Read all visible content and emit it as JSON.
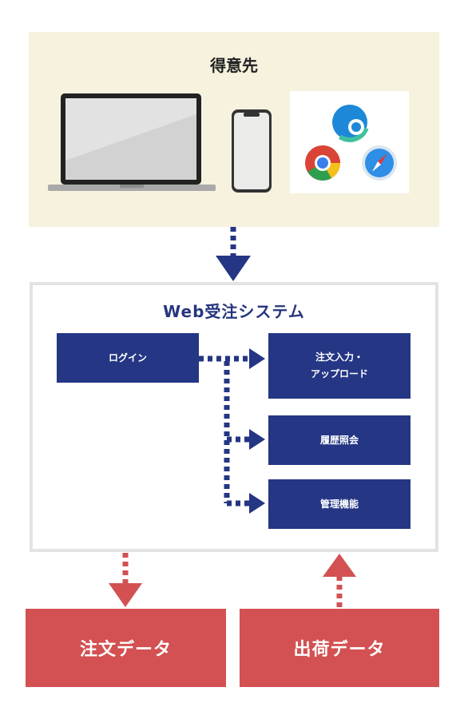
{
  "customer": {
    "title": "得意先"
  },
  "system": {
    "title": "Web受注システム",
    "login_label": "ログイン",
    "order_input_line1": "注文入力・",
    "order_input_line2": "アップロード",
    "history_label": "履歴照会",
    "admin_label": "管理機能"
  },
  "outputs": {
    "order_data": "注文データ",
    "shipment_data": "出荷データ"
  },
  "colors": {
    "navy": "#243684",
    "red": "#d35152",
    "cream": "#f6f2de"
  },
  "icons": [
    "laptop-icon",
    "smartphone-icon",
    "edge-icon",
    "chrome-icon",
    "safari-icon"
  ]
}
